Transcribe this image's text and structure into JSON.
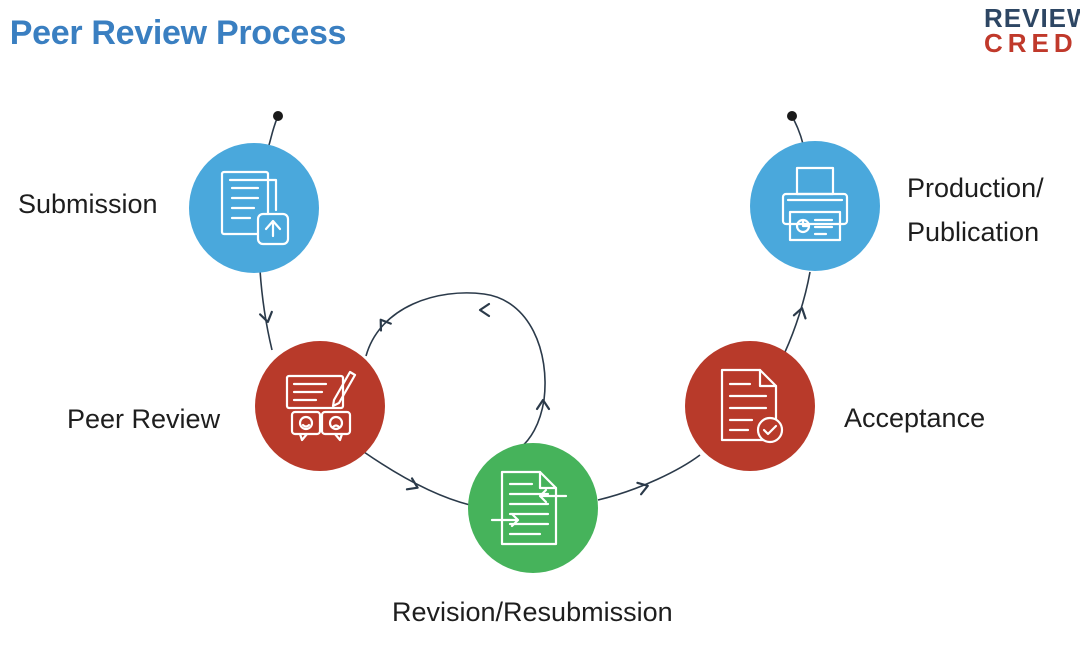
{
  "title": "e Peer Review Process",
  "logo": {
    "line1": "REVIEW",
    "line2": "CRED"
  },
  "stages": [
    {
      "label": "Submission",
      "icon": "document-upload-icon",
      "color": "#4aa8dc"
    },
    {
      "label": "Peer Review",
      "icon": "review-feedback-icon",
      "color": "#b83a2a"
    },
    {
      "label": "Revision/Resubmission",
      "icon": "document-revision-icon",
      "color": "#46b35b"
    },
    {
      "label": "Acceptance",
      "icon": "checklist-approved-icon",
      "color": "#b83a2a"
    },
    {
      "label_line1": "Production/",
      "label_line2": "Publication",
      "icon": "printer-icon",
      "color": "#4aa8dc"
    }
  ],
  "connector_color": "#2b3a4a"
}
